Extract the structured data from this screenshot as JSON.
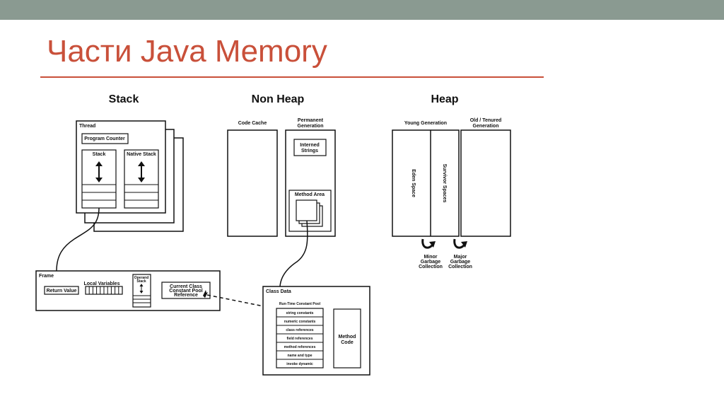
{
  "slide": {
    "title": "Части Java Memory"
  },
  "diagram": {
    "stack": {
      "heading": "Stack",
      "thread": "Thread",
      "program_counter": "Program Counter",
      "stack": "Stack",
      "native_stack": "Native Stack"
    },
    "non_heap": {
      "heading": "Non Heap",
      "code_cache": "Code Cache",
      "permanent_generation": [
        "Permanent",
        "Generation"
      ],
      "interned_strings": [
        "Interned",
        "Strings"
      ],
      "method_area": "Method Area"
    },
    "heap": {
      "heading": "Heap",
      "young_generation": "Young Generation",
      "old_generation": [
        "Old / Tenured",
        "Generation"
      ],
      "eden_space": "Eden Space",
      "survivor_spaces": "Survivor Spaces",
      "minor_gc": [
        "Minor",
        "Garbage",
        "Collection"
      ],
      "major_gc": [
        "Major",
        "Garbage",
        "Collection"
      ]
    },
    "frame": {
      "label": "Frame",
      "return_value": "Return Value",
      "local_variables": "Local Variables",
      "operand_stack": [
        "Operand",
        "Stack"
      ],
      "constant_pool_ref": [
        "Current Class",
        "Constant Pool",
        "Reference"
      ]
    },
    "class_data": {
      "label": "Class Data",
      "pool_title": "Run-Time Constant Pool",
      "pool_items": [
        "string constants",
        "numeric constants",
        "class references",
        "field references",
        "method references",
        "name and type",
        "invoke dynamic"
      ],
      "method_code": [
        "Method",
        "Code"
      ]
    }
  }
}
